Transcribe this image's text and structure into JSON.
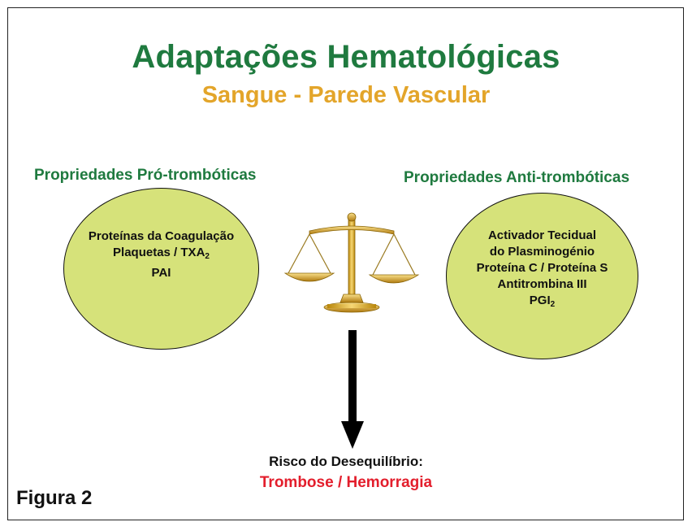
{
  "title": "Adaptações Hematológicas",
  "subtitle": "Sangue - Parede Vascular",
  "pro": {
    "heading": "Propriedades Pró-trombóticas",
    "line1": "Proteínas da Coagulação",
    "line2_text": "Plaquetas / TXA",
    "line2_sub": "2",
    "line3": "PAI"
  },
  "anti": {
    "heading": "Propriedades Anti-trombóticas",
    "line1": "Activador Tecidual",
    "line2": "do Plasminogénio",
    "line3": "Proteína C / Proteína S",
    "line4": "Antitrombina III",
    "line5_text": "PGI",
    "line5_sub": "2"
  },
  "risk": {
    "label": "Risco do Desequilíbrio:",
    "value": "Trombose / Hemorragia"
  },
  "figure_label": "Figura 2",
  "colors": {
    "title_green": "#1f7a3f",
    "subtitle_gold": "#e3a52a",
    "ellipse_fill": "#d6e27a",
    "risk_red": "#e31e2c"
  },
  "icons": [
    "balance-scale-icon",
    "down-arrow-icon"
  ]
}
